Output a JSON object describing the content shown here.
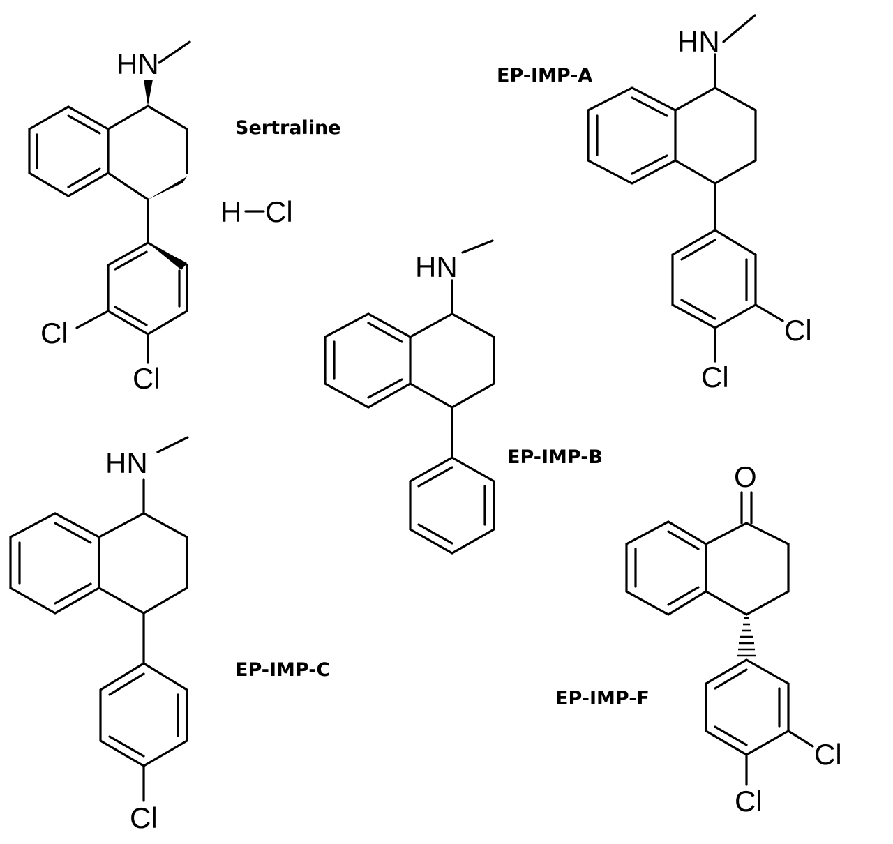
{
  "molecules": {
    "sertraline": {
      "name": "Sertraline",
      "amine_label": "HN",
      "cl_ring_meta": "Cl",
      "cl_ring_para": "Cl",
      "salt_h": "H",
      "salt_cl": "Cl",
      "stereo": [
        "wedge C1-N",
        "wedge C4-C",
        "wedge C-aryl"
      ]
    },
    "ep_imp_a": {
      "name": "EP-IMP-A",
      "amine_label": "HN",
      "cl_meta": "Cl",
      "cl_para": "Cl"
    },
    "ep_imp_b": {
      "name": "EP-IMP-B",
      "amine_label": "HN"
    },
    "ep_imp_c": {
      "name": "EP-IMP-C",
      "amine_label": "HN",
      "cl_para": "Cl"
    },
    "ep_imp_f": {
      "name": "EP-IMP-F",
      "ketone_label": "O",
      "cl_meta": "Cl",
      "cl_para": "Cl",
      "stereo": [
        "hashed C4-aryl"
      ]
    }
  }
}
